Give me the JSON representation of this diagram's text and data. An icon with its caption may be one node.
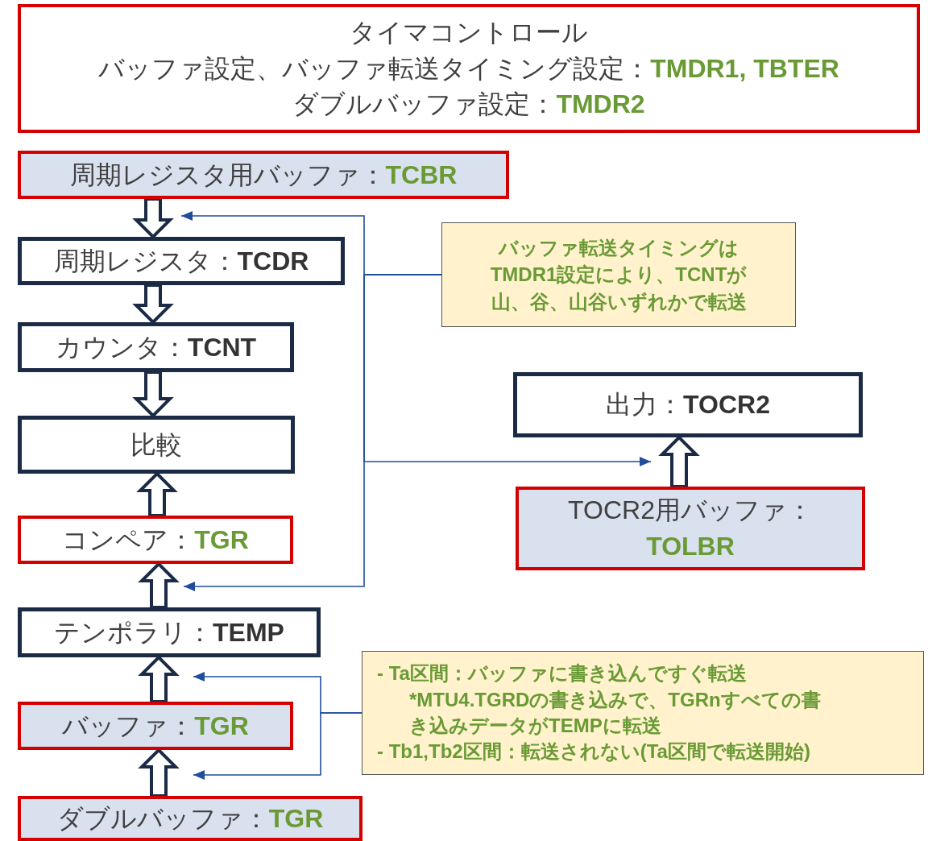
{
  "diagram": {
    "nodes": [
      {
        "text": [
          "タイマコントロール",
          "バッファ設定、バッファ転送タイミング設定：**TMDR1, TBTER**",
          "ダブルバッファ設定：**TMDR2**"
        ]
      },
      {
        "text": [
          "周期レジスタ用バッファ：**TCBR**"
        ]
      },
      {
        "text": [
          "周期レジスタ：**TCDR**"
        ]
      },
      {
        "text": [
          "カウンタ：**TCNT**"
        ]
      },
      {
        "text": [
          "比較"
        ]
      },
      {
        "text": [
          "コンペア：**TGR**"
        ]
      },
      {
        "text": [
          "テンポラリ：**TEMP**"
        ]
      },
      {
        "text": [
          "バッファ：**TGR**"
        ]
      },
      {
        "text": [
          "ダブルバッファ：**TGR**"
        ]
      },
      {
        "text": [
          "バッファ転送タイミングはTMDR1設定により、TCNTが山、谷、山谷いずれかで転送"
        ]
      },
      {
        "text": [
          "出力：**TOCR2**"
        ]
      },
      {
        "text": [
          "TOCR2用バッファ：**TOLBR**"
        ]
      },
      {
        "text": [
          "- Ta区間：バッファに書き込んですぐ転送",
          "*MTU4.TGRDの書き込みで、TGRnすべての書き込みデータがTEMPに転送",
          "- Tb1,Tb2区間：転送されない(Ta区間で転送開始)"
        ]
      }
    ],
    "edges": [
      {
        "from": 1,
        "to": 2,
        "arrow": "to",
        "style": "thick"
      },
      {
        "from": 2,
        "to": 3,
        "arrow": "to",
        "style": "thick"
      },
      {
        "from": 3,
        "to": 4,
        "arrow": "to",
        "style": "thick"
      },
      {
        "from": 5,
        "to": 4,
        "arrow": "to",
        "style": "thick"
      },
      {
        "from": 6,
        "to": 5,
        "arrow": "to",
        "style": "thick"
      },
      {
        "from": 7,
        "to": 6,
        "arrow": "to",
        "style": "thick"
      },
      {
        "from": 8,
        "to": 7,
        "arrow": "to",
        "style": "thick"
      },
      {
        "from": 11,
        "to": 10,
        "arrow": "to",
        "style": "thick"
      },
      {
        "from": 9,
        "to": 1,
        "arrow": "to",
        "color": "#1f4e9a"
      },
      {
        "from": 9,
        "to": 10,
        "arrow": "to",
        "color": "#1f4e9a"
      },
      {
        "from": 9,
        "to": 6,
        "arrow": "to",
        "color": "#1f4e9a"
      },
      {
        "from": 12,
        "to": 6,
        "arrow": "to",
        "color": "#1f4e9a"
      },
      {
        "from": 12,
        "to": 8,
        "arrow": "to",
        "color": "#1f4e9a"
      }
    ]
  }
}
